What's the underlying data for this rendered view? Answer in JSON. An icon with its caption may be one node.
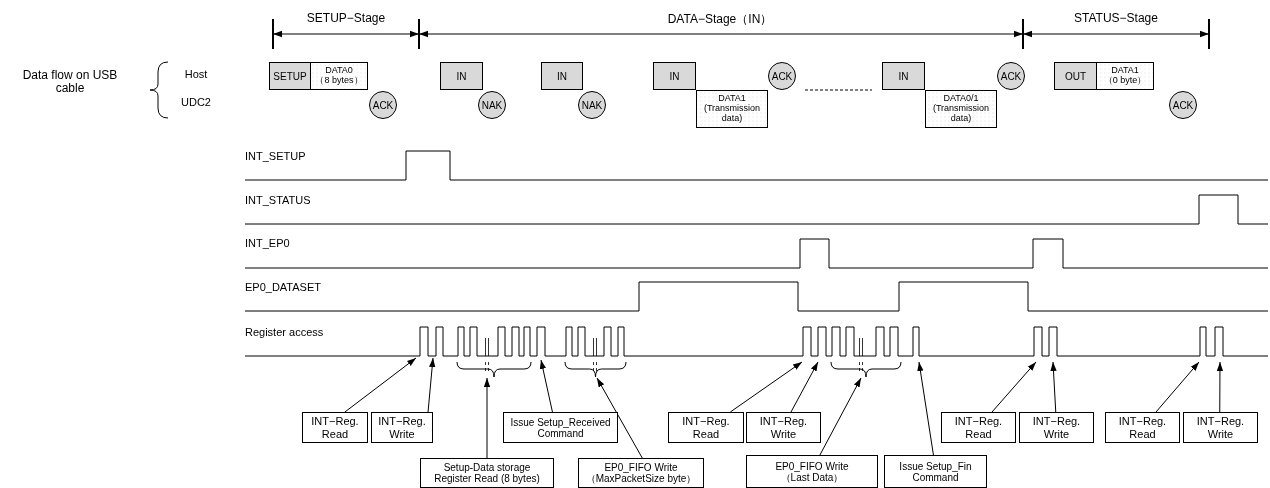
{
  "diagram": {
    "nodes": [
      {
        "text": [
          "SETUP"
        ]
      },
      {
        "text": [
          "DATA0",
          "（8 bytes）"
        ]
      },
      {
        "text": [
          "ACK"
        ]
      },
      {
        "text": [
          "IN"
        ]
      },
      {
        "text": [
          "NAK"
        ]
      },
      {
        "text": [
          "IN"
        ]
      },
      {
        "text": [
          "NAK"
        ]
      },
      {
        "text": [
          "IN"
        ]
      },
      {
        "text": [
          "DATA1",
          "(Transmission data)"
        ]
      },
      {
        "text": [
          "ACK"
        ]
      },
      {
        "text": [
          "IN"
        ]
      },
      {
        "text": [
          "DATA0/1",
          "(Transmission data)"
        ]
      },
      {
        "text": [
          "ACK"
        ]
      },
      {
        "text": [
          "OUT"
        ]
      },
      {
        "text": [
          "DATA1",
          "（0 byte）"
        ]
      },
      {
        "text": [
          "ACK"
        ]
      },
      {
        "text": [
          "INT−Reg. Read"
        ]
      },
      {
        "text": [
          "INT−Reg. Write"
        ]
      },
      {
        "text": [
          "Issue Setup_Received Command"
        ]
      },
      {
        "text": [
          "INT−Reg. Read"
        ]
      },
      {
        "text": [
          "INT−Reg. Write"
        ]
      },
      {
        "text": [
          "INT−Reg. Read"
        ]
      },
      {
        "text": [
          "INT−Reg. Write"
        ]
      },
      {
        "text": [
          "INT−Reg. Read"
        ]
      },
      {
        "text": [
          "INT−Reg. Write"
        ]
      },
      {
        "text": [
          "Setup-Data storage Register Read (8 bytes)"
        ]
      },
      {
        "text": [
          "EP0_FIFO Write （MaxPacketSize byte）"
        ]
      },
      {
        "text": [
          "EP0_FIFO Write （Last Data）"
        ]
      },
      {
        "text": [
          "Issue Setup_Fin Command"
        ]
      }
    ],
    "edges": [
      {
        "from": 16,
        "to": null,
        "arrow": "to"
      },
      {
        "from": 17,
        "to": null,
        "arrow": "to"
      },
      {
        "from": 18,
        "to": null,
        "arrow": "to"
      },
      {
        "from": 19,
        "to": null,
        "arrow": "to"
      },
      {
        "from": 20,
        "to": null,
        "arrow": "to"
      },
      {
        "from": 21,
        "to": null,
        "arrow": "to"
      },
      {
        "from": 22,
        "to": null,
        "arrow": "to"
      },
      {
        "from": 23,
        "to": null,
        "arrow": "to"
      },
      {
        "from": 24,
        "to": null,
        "arrow": "to"
      },
      {
        "from": 25,
        "to": null,
        "arrow": "to"
      },
      {
        "from": 26,
        "to": null,
        "arrow": "to"
      },
      {
        "from": 27,
        "to": null,
        "arrow": "to"
      },
      {
        "from": 28,
        "to": null,
        "arrow": "to"
      }
    ],
    "labels": [
      "SETUP−Stage",
      "DATA−Stage（IN）",
      "STATUS−Stage",
      "Data flow on USB cable",
      "Host",
      "UDC2",
      "INT_SETUP",
      "INT_STATUS",
      "INT_EP0",
      "EP0_DATASET",
      "Register access"
    ]
  }
}
